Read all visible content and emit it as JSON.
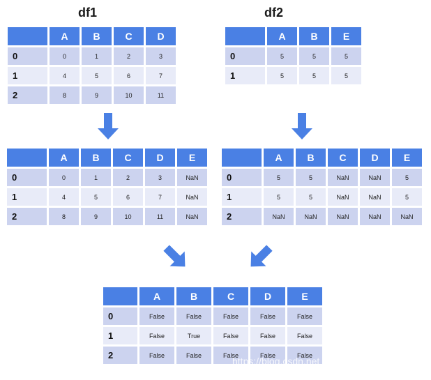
{
  "titles": {
    "df1": "df1",
    "df2": "df2"
  },
  "colors": {
    "header_blue": "#4a80e4",
    "row_dark": "#ccd3ef",
    "row_light": "#e8ebf8",
    "arrow_blue": "#4a80e4"
  },
  "watermark": "https://blog.csdn.net",
  "tables": {
    "df1": {
      "columns": [
        "",
        "A",
        "B",
        "C",
        "D"
      ],
      "rows": [
        {
          "index": "0",
          "cells": [
            "0",
            "1",
            "2",
            "3"
          ]
        },
        {
          "index": "1",
          "cells": [
            "4",
            "5",
            "6",
            "7"
          ]
        },
        {
          "index": "2",
          "cells": [
            "8",
            "9",
            "10",
            "11"
          ]
        }
      ]
    },
    "df2": {
      "columns": [
        "",
        "A",
        "B",
        "E"
      ],
      "rows": [
        {
          "index": "0",
          "cells": [
            "5",
            "5",
            "5"
          ]
        },
        {
          "index": "1",
          "cells": [
            "5",
            "5",
            "5"
          ]
        }
      ]
    },
    "df1_aligned": {
      "columns": [
        "",
        "A",
        "B",
        "C",
        "D",
        "E"
      ],
      "rows": [
        {
          "index": "0",
          "cells": [
            "0",
            "1",
            "2",
            "3",
            "NaN"
          ]
        },
        {
          "index": "1",
          "cells": [
            "4",
            "5",
            "6",
            "7",
            "NaN"
          ]
        },
        {
          "index": "2",
          "cells": [
            "8",
            "9",
            "10",
            "11",
            "NaN"
          ]
        }
      ]
    },
    "df2_aligned": {
      "columns": [
        "",
        "A",
        "B",
        "C",
        "D",
        "E"
      ],
      "rows": [
        {
          "index": "0",
          "cells": [
            "5",
            "5",
            "NaN",
            "NaN",
            "5"
          ]
        },
        {
          "index": "1",
          "cells": [
            "5",
            "5",
            "NaN",
            "NaN",
            "5"
          ]
        },
        {
          "index": "2",
          "cells": [
            "NaN",
            "NaN",
            "NaN",
            "NaN",
            "NaN"
          ]
        }
      ]
    },
    "comparison": {
      "columns": [
        "",
        "A",
        "B",
        "C",
        "D",
        "E"
      ],
      "rows": [
        {
          "index": "0",
          "cells": [
            "False",
            "False",
            "False",
            "False",
            "False"
          ]
        },
        {
          "index": "1",
          "cells": [
            "False",
            "True",
            "False",
            "False",
            "False"
          ]
        },
        {
          "index": "2",
          "cells": [
            "False",
            "False",
            "False",
            "False",
            "False"
          ]
        }
      ]
    }
  }
}
